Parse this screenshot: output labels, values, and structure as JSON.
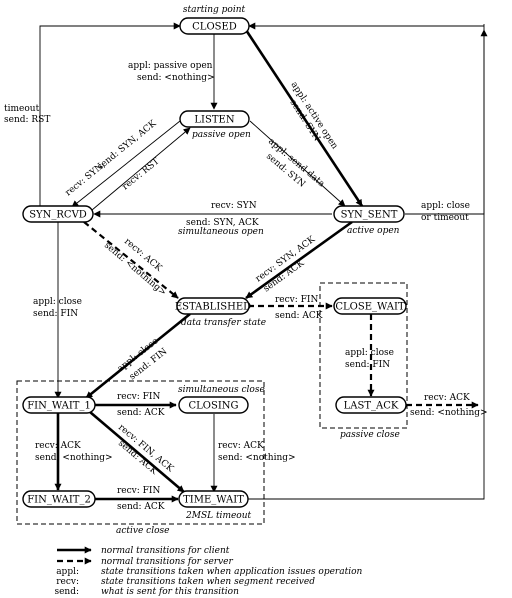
{
  "annotations": {
    "starting_point": "starting point",
    "passive_open": "passive open",
    "active_open": "active open",
    "simultaneous_open": "simultaneous open",
    "data_transfer_state": "data transfer state",
    "simultaneous_close": "simultaneous close",
    "passive_close": "passive close",
    "active_close": "active close",
    "twomsl_timeout": "2MSL timeout"
  },
  "states": {
    "closed": "CLOSED",
    "listen": "LISTEN",
    "syn_rcvd": "SYN_RCVD",
    "syn_sent": "SYN_SENT",
    "established": "ESTABLISHED",
    "close_wait": "CLOSE_WAIT",
    "last_ack": "LAST_ACK",
    "fin_wait_1": "FIN_WAIT_1",
    "closing": "CLOSING",
    "fin_wait_2": "FIN_WAIT_2",
    "time_wait": "TIME_WAIT"
  },
  "transitions": {
    "closed_listen_1": "appl: passive open",
    "closed_listen_2": "send: <nothing>",
    "synrcvd_closed_1": "timeout",
    "synrcvd_closed_2": "send: RST",
    "closed_synsent_1": "appl: active open",
    "closed_synsent_2": "send: SYN",
    "listen_synrcvd_1": "recv: SYN;",
    "listen_synrcvd_2": "send: SYN, ACK",
    "synrcvd_listen": "recv: RST",
    "listen_synsent_1": "appl: send data",
    "listen_synsent_2": "send: SYN",
    "synsent_synrcvd_1": "recv: SYN",
    "synsent_synrcvd_2": "send: SYN, ACK",
    "synsent_closed_1": "appl: close",
    "synsent_closed_2": "or timeout",
    "synrcvd_est_1": "recv: ACK",
    "synrcvd_est_2": "send: <nothing>",
    "synsent_est_1": "recv: SYN, ACK",
    "synsent_est_2": "send: ACK",
    "synrcvd_fw1_1": "appl: close",
    "synrcvd_fw1_2": "send: FIN",
    "est_cw_1": "recv: FIN",
    "est_cw_2": "send: ACK",
    "est_fw1_1": "appl: close",
    "est_fw1_2": "send: FIN",
    "cw_la_1": "appl: close",
    "cw_la_2": "send: FIN",
    "la_closed_1": "recv: ACK",
    "la_closed_2": "send: <nothing>",
    "fw1_closing_1": "recv: FIN",
    "fw1_closing_2": "send: ACK",
    "fw1_fw2_1": "recv: ACK",
    "fw1_fw2_2": "send: <nothing>",
    "fw1_tw_1": "recv: FIN, ACK",
    "fw1_tw_2": "send: ACK",
    "closing_tw_1": "recv: ACK",
    "closing_tw_2": "send: <nothing>",
    "fw2_tw_1": "recv: FIN",
    "fw2_tw_2": "send: ACK"
  },
  "legend": [
    {
      "style": "client",
      "text": "normal transitions for client"
    },
    {
      "style": "server",
      "text": "normal transitions for server"
    },
    {
      "style": "appl",
      "key": "appl:",
      "text": "state transitions taken when application issues operation"
    },
    {
      "style": "recv",
      "key": "recv:",
      "text": "state transitions taken when segment received"
    },
    {
      "style": "send",
      "key": "send:",
      "text": "what is sent for this transition"
    }
  ]
}
